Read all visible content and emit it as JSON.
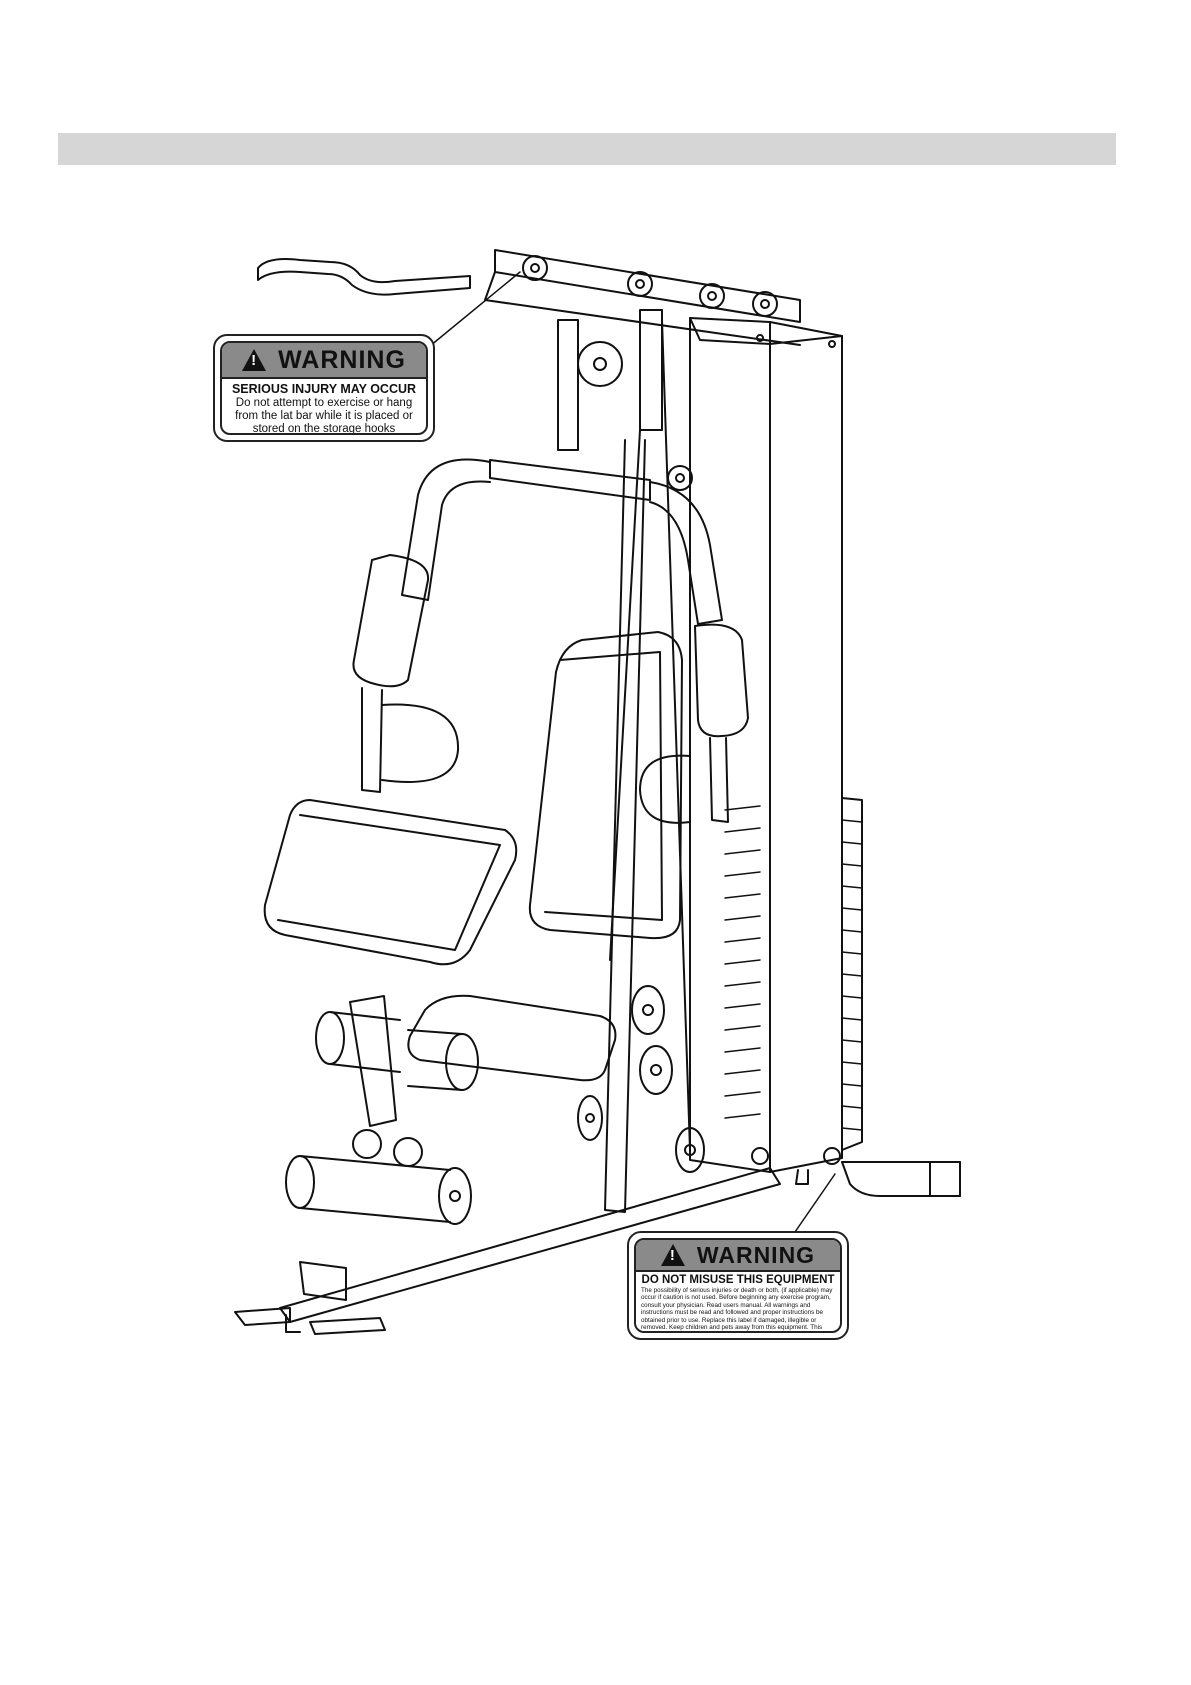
{
  "labels": {
    "lat_bar_warning": {
      "word": "WARNING",
      "subtitle": "SERIOUS INJURY MAY OCCUR",
      "body": "Do not attempt to exercise or hang from the lat bar while it is placed or stored on the storage hooks"
    },
    "misuse_warning": {
      "word": "WARNING",
      "subtitle": "DO NOT MISUSE THIS EQUIPMENT",
      "body": "The possibility of serious injuries or death or both, (if applicable) may occur if caution is not used. Before beginning any exercise program, consult your physician. Read users manual. All warnings and instructions must be read and followed and proper instructions be obtained prior to use. Replace this label if damaged, illegible or removed. Keep children and pets away from this equipment. This machine is designed and intended for home and consumer use only, not for commercial use."
    }
  },
  "colors": {
    "header_band": "#d6d6d6",
    "label_header": "#8a8a8a",
    "line": "#111111"
  }
}
